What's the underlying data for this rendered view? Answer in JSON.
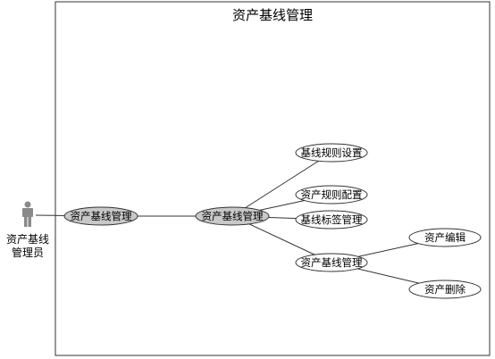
{
  "title": "资产基线管理",
  "actor": {
    "line1": "资产基线",
    "line2": "管理员",
    "icon": "person-icon"
  },
  "colors": {
    "frame": "#333333",
    "line": "#333333",
    "ellipse_fill_highlight": "#c8c8c8",
    "ellipse_fill_plain": "#ffffff",
    "actor_color": "#8a8a8a"
  },
  "nodes": [
    {
      "id": "n1",
      "label": "资产基线管理",
      "highlight": true
    },
    {
      "id": "n2",
      "label": "资产基线管理",
      "highlight": true
    },
    {
      "id": "n3",
      "label": "基线规则设置",
      "highlight": false
    },
    {
      "id": "n4",
      "label": "资产规则配置",
      "highlight": false
    },
    {
      "id": "n5",
      "label": "基线标签管理",
      "highlight": false
    },
    {
      "id": "n6",
      "label": "资产基线管理",
      "highlight": false
    },
    {
      "id": "n7",
      "label": "资产编辑",
      "highlight": false
    },
    {
      "id": "n8",
      "label": "资产删除",
      "highlight": false
    }
  ],
  "edges": [
    [
      "actor",
      "n1"
    ],
    [
      "n1",
      "n2"
    ],
    [
      "n2",
      "n3"
    ],
    [
      "n2",
      "n4"
    ],
    [
      "n2",
      "n5"
    ],
    [
      "n2",
      "n6"
    ],
    [
      "n6",
      "n7"
    ],
    [
      "n6",
      "n8"
    ]
  ]
}
